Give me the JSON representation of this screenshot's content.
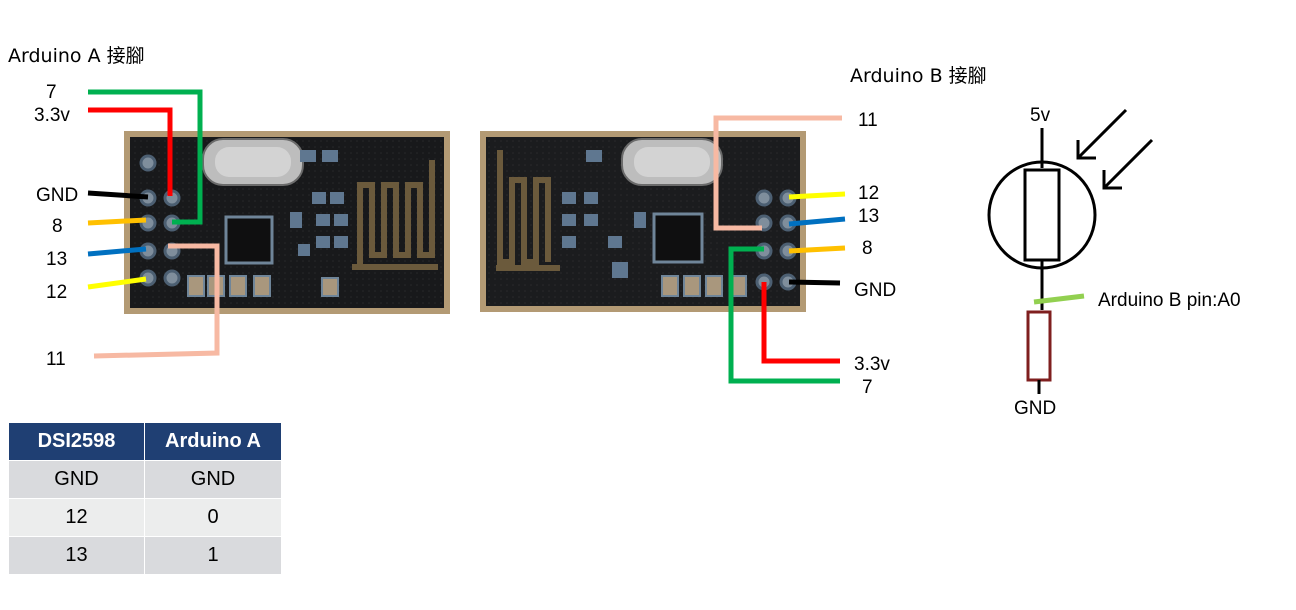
{
  "module_a": {
    "title": "Arduino A 接腳",
    "pins": {
      "p7": "7",
      "p33": "3.3v",
      "gnd": "GND",
      "p8": "8",
      "p13": "13",
      "p12": "12",
      "p11": "11"
    }
  },
  "module_b": {
    "title": "Arduino B 接腳",
    "pins": {
      "p11": "11",
      "p12": "12",
      "p13": "13",
      "p8": "8",
      "gnd": "GND",
      "p33": "3.3v",
      "p7": "7"
    }
  },
  "sensor": {
    "vcc_label": "5v",
    "signal_label": "Arduino B pin:A0",
    "gnd_label": "GND"
  },
  "wire_colors": {
    "green": "#00b050",
    "red": "#ff0000",
    "black": "#000000",
    "orange": "#ffc000",
    "blue": "#0070c0",
    "yellow": "#ffff00",
    "pink": "#f7b9a3",
    "lightgreen": "#92d050",
    "resistor": "#7f1f1f"
  },
  "table": {
    "headers": [
      "DSI2598",
      "Arduino A"
    ],
    "rows": [
      [
        "GND",
        "GND"
      ],
      [
        "12",
        "0"
      ],
      [
        "13",
        "1"
      ]
    ]
  }
}
